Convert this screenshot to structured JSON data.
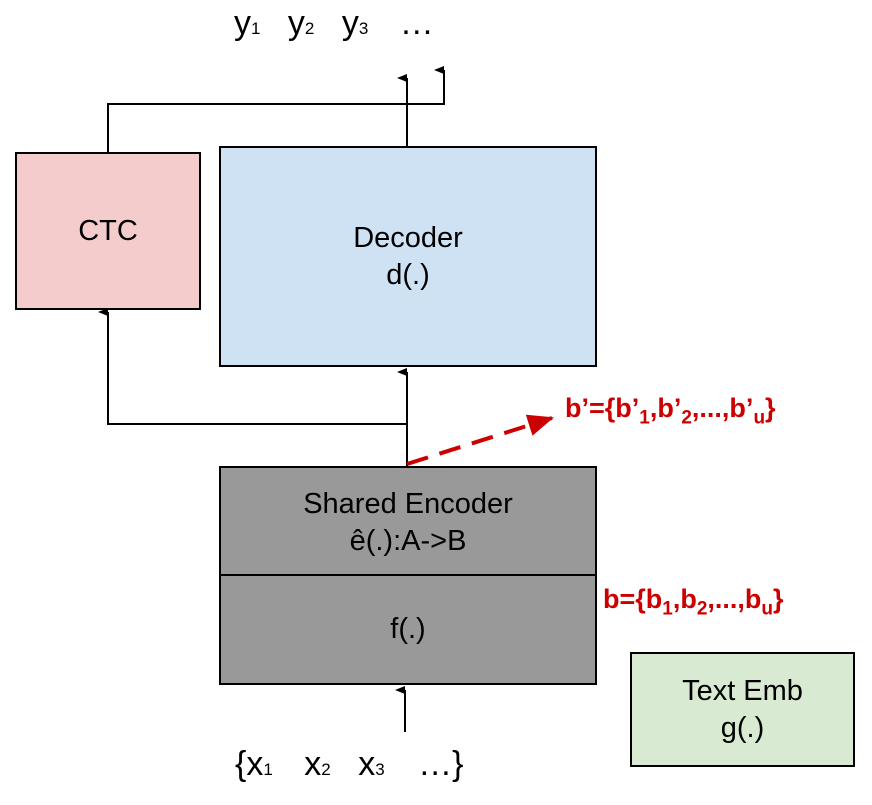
{
  "outputs": {
    "items": [
      {
        "base": "y",
        "sub": "1"
      },
      {
        "base": "y",
        "sub": "2"
      },
      {
        "base": "y",
        "sub": "3"
      }
    ],
    "ellipsis": "…"
  },
  "inputs": {
    "open": "{",
    "items": [
      {
        "base": "x",
        "sub": "1"
      },
      {
        "base": "x",
        "sub": "2"
      },
      {
        "base": "x",
        "sub": "3"
      }
    ],
    "ellipsis": "…",
    "close": "}"
  },
  "ctc": {
    "label": "CTC",
    "color": "#f4cccc"
  },
  "decoder": {
    "title": "Decoder",
    "func": "d(.)",
    "color": "#cfe2f3"
  },
  "encoder": {
    "title": "Shared Encoder",
    "func_top": "ê(.):A->B",
    "func_bottom": "f(.)",
    "color": "#999999"
  },
  "text_emb": {
    "title": "Text Emb",
    "func": "g(.)",
    "color": "#d9ead3"
  },
  "b_prime": {
    "prefix": "b’={b’",
    "s1": "1",
    "mid1": ",b’",
    "s2": "2",
    "mid2": ",...,b’",
    "s3": "u",
    "suffix": "}"
  },
  "b": {
    "prefix": "b={b",
    "s1": "1",
    "mid1": ",b",
    "s2": "2",
    "mid2": ",...,b",
    "s3": "u",
    "suffix": "}"
  },
  "annotation_color": "#cc0000"
}
